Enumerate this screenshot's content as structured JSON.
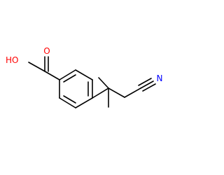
{
  "molecule": {
    "atoms": {
      "carbonyl_oxygen": {
        "symbol": "O",
        "color": "#ff0000"
      },
      "hydroxyl": {
        "symbol": "HO",
        "color": "#ff0000"
      },
      "nitrile_nitrogen": {
        "symbol": "N",
        "color": "#0000ff"
      }
    },
    "bond_color": "#000000"
  }
}
